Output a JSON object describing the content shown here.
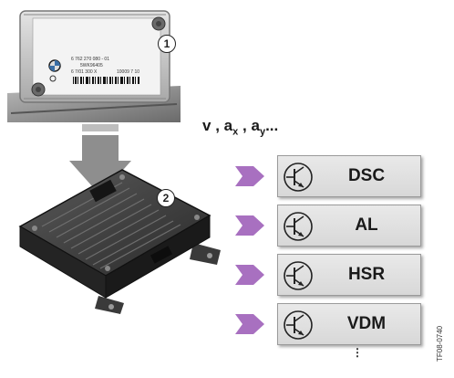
{
  "sensor_label_lines": [
    "6 762 270 080 - 01",
    "5WK96405",
    "6 7/01 300 X",
    "10009 7 10"
  ],
  "callouts": [
    "1",
    "2"
  ],
  "signals": {
    "v": "v",
    "ax": "a",
    "ax_sub": "x",
    "ay": "a",
    "ay_sub": "y",
    "ellipsis": "..."
  },
  "functions": [
    "DSC",
    "AL",
    "HSR",
    "VDM"
  ],
  "continuation": "⋮",
  "figure_code": "TF08-0740",
  "colors": {
    "arrow_fill": "#a870c0",
    "box_bg": "#dcdcdc",
    "big_arrow": "#8e8e8e"
  },
  "icons": [
    "transistor-icon"
  ]
}
